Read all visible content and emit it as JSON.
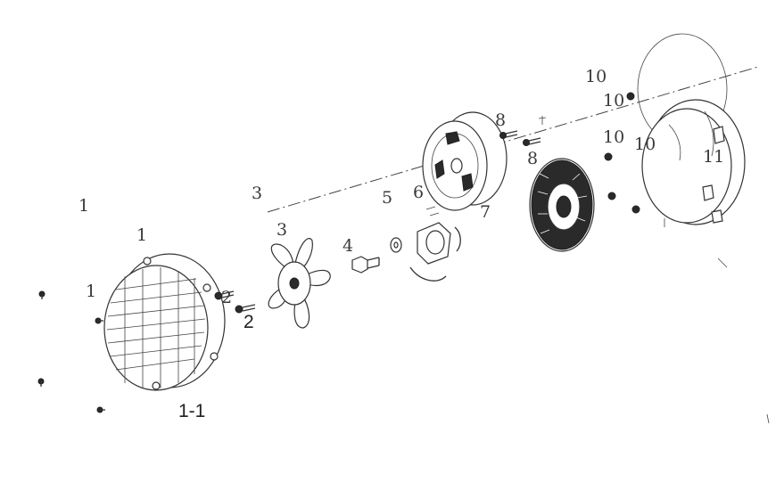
{
  "labels": {
    "l1a": "1",
    "l1b": "1",
    "l1c": "1",
    "l1_1": "1-1",
    "l2a": "2",
    "l2b": "2",
    "l3a": "3",
    "l3b": "3",
    "l4": "4",
    "l5": "5",
    "l6": "6",
    "l7": "7",
    "l8a": "8",
    "l8b": "8",
    "l10a": "10",
    "l10b": "10",
    "l10c": "10",
    "l10d": "10",
    "l11": "11"
  }
}
